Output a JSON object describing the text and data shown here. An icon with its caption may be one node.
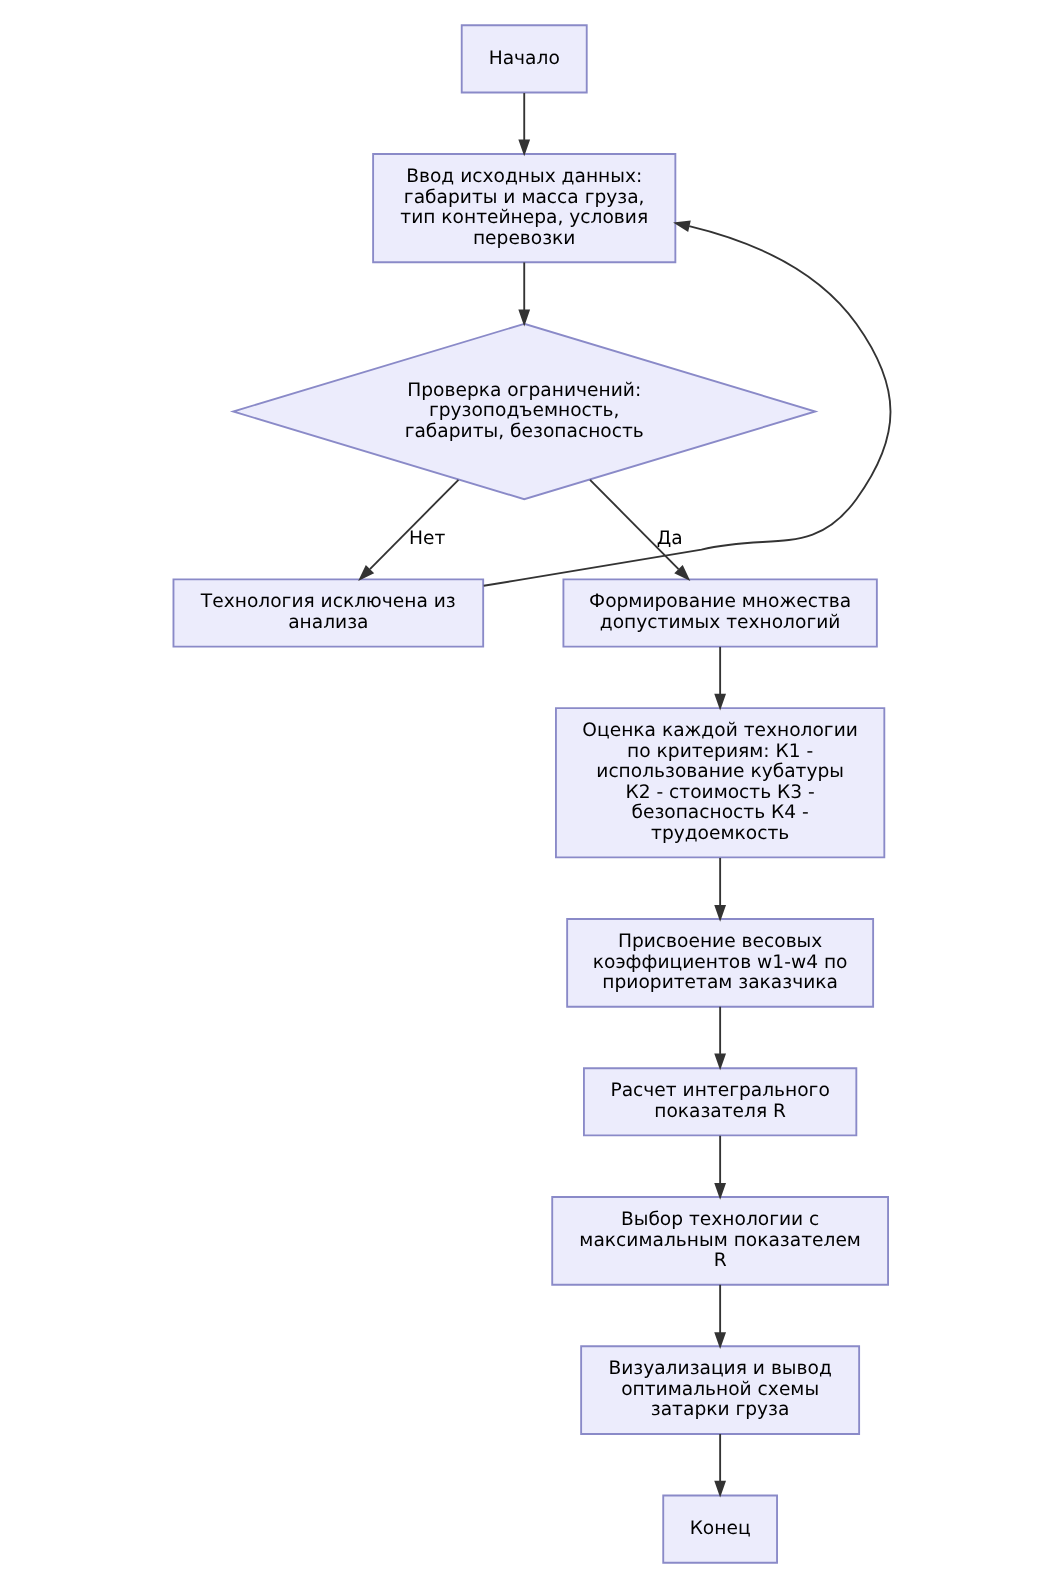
{
  "diagram": {
    "nodes": [
      {
        "text": [
          "Начало"
        ]
      },
      {
        "text": [
          "Ввод исходных данных: габариты и масса груза, тип контейнера, условия перевозки"
        ]
      },
      {
        "text": [
          "Проверка ограничений: грузоподъемность, габариты, безопасность"
        ]
      },
      {
        "text": [
          "Технология исключена из анализа"
        ]
      },
      {
        "text": [
          "Формирование множества допустимых технологий"
        ]
      },
      {
        "text": [
          "Оценка каждой технологии по критериям: К1 - использование кубатуры К2 - стоимость К3 - безопасность К4 - трудоемкость"
        ]
      },
      {
        "text": [
          "Присвоение весовых коэффициентов w1-w4 по приоритетам заказчика"
        ]
      },
      {
        "text": [
          "Расчет интегрального показателя R"
        ]
      },
      {
        "text": [
          "Выбор технологии с максимальным показателем R"
        ]
      },
      {
        "text": [
          "Визуализация и вывод оптимальной схемы затарки груза"
        ]
      },
      {
        "text": [
          "Конец"
        ]
      }
    ],
    "edges": [
      {
        "from": 0,
        "to": 1,
        "arrow": "to"
      },
      {
        "from": 1,
        "to": 2,
        "arrow": "to"
      },
      {
        "from": 2,
        "to": 3,
        "arrow": "to",
        "label": "Нет"
      },
      {
        "from": 2,
        "to": 4,
        "arrow": "to",
        "label": "Да"
      },
      {
        "from": 3,
        "to": 1,
        "arrow": "to"
      },
      {
        "from": 4,
        "to": 5,
        "arrow": "to"
      },
      {
        "from": 5,
        "to": 6,
        "arrow": "to"
      },
      {
        "from": 6,
        "to": 7,
        "arrow": "to"
      },
      {
        "from": 7,
        "to": 8,
        "arrow": "to"
      },
      {
        "from": 8,
        "to": 9,
        "arrow": "to"
      },
      {
        "from": 9,
        "to": 10,
        "arrow": "to"
      }
    ]
  }
}
